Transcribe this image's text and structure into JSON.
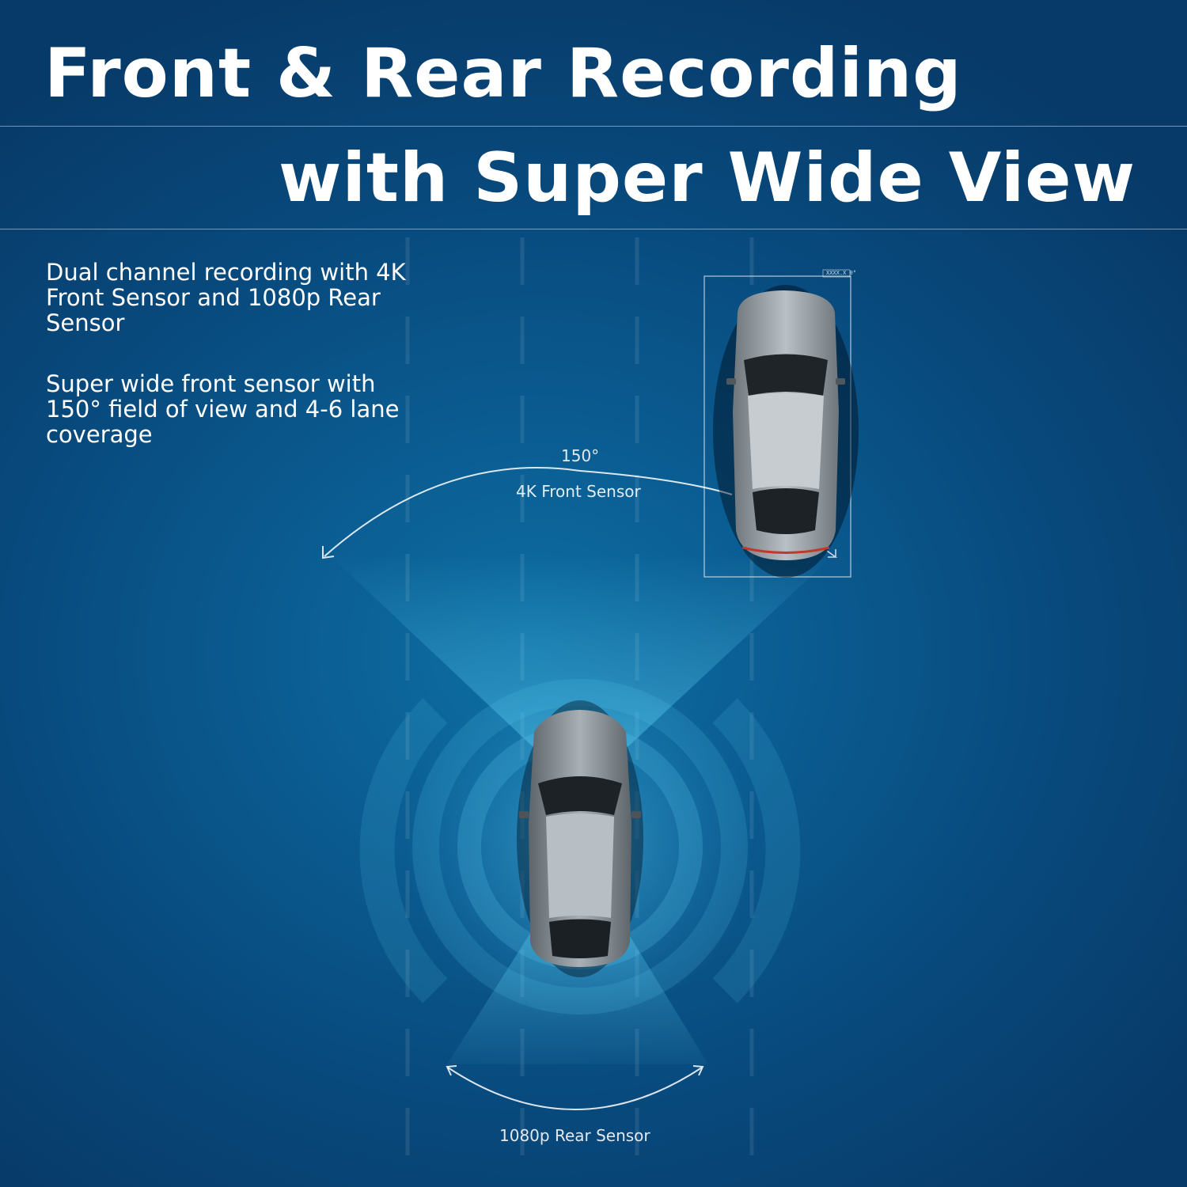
{
  "header": {
    "title_line1": "Front & Rear Recording",
    "title_line2": "with Super Wide View"
  },
  "features": [
    "Dual channel recording with 4K Front Sensor and 1080p Rear Sensor",
    "Super wide front sensor with 150° field of view and 4-6 lane coverage"
  ],
  "diagram": {
    "angle_label": "150°",
    "front_sensor_label": "4K Front Sensor",
    "rear_sensor_label": "1080p Rear Sensor",
    "detection_tag": "XXXX.X 0°"
  },
  "colors": {
    "background": "#0a5a8f",
    "text": "#ffffff",
    "sensor_glow": "#4fc3ef",
    "car_body": "#9aa3aa"
  }
}
